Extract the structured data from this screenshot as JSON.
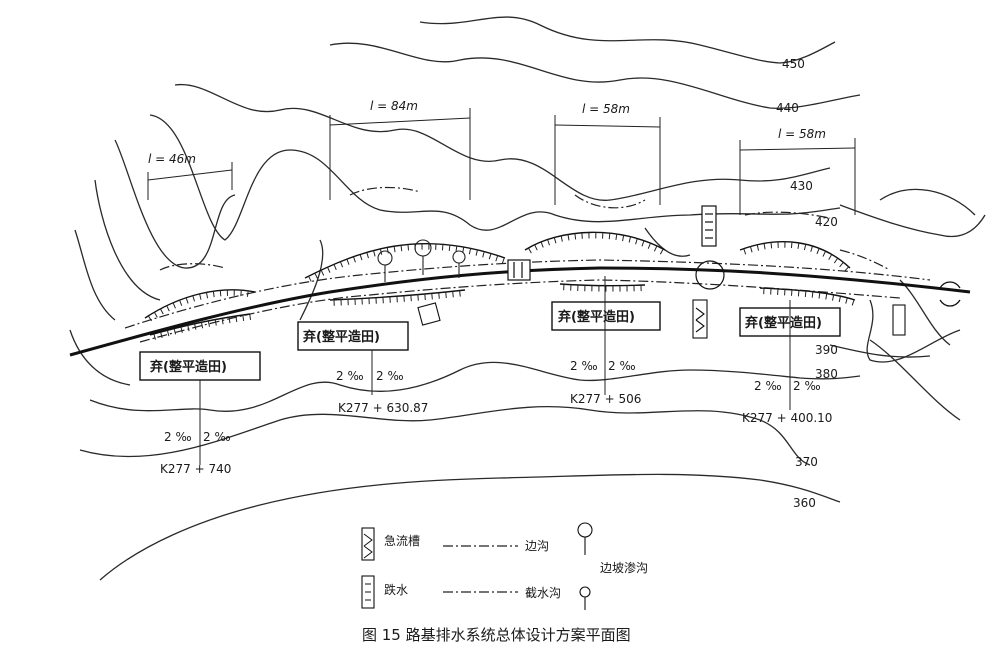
{
  "contour_labels": [
    "450",
    "440",
    "430",
    "420",
    "390",
    "380",
    "370",
    "360"
  ],
  "lengths": [
    "l = 46m",
    "l = 84m",
    "l = 58m",
    "l = 58m"
  ],
  "spoil_label": "弃(整平造田)",
  "slope_label": "2 ‰",
  "stations": [
    "K277 + 740",
    "K277 + 630.87",
    "K277 + 506",
    "K277 + 400.10"
  ],
  "legend": {
    "chute": "急流槽",
    "side_ditch": "边沟",
    "drop": "跌水",
    "intercept": "截水沟",
    "seepage": "边坡渗沟"
  },
  "caption": "图 15    路基排水系统总体设计方案平面图"
}
